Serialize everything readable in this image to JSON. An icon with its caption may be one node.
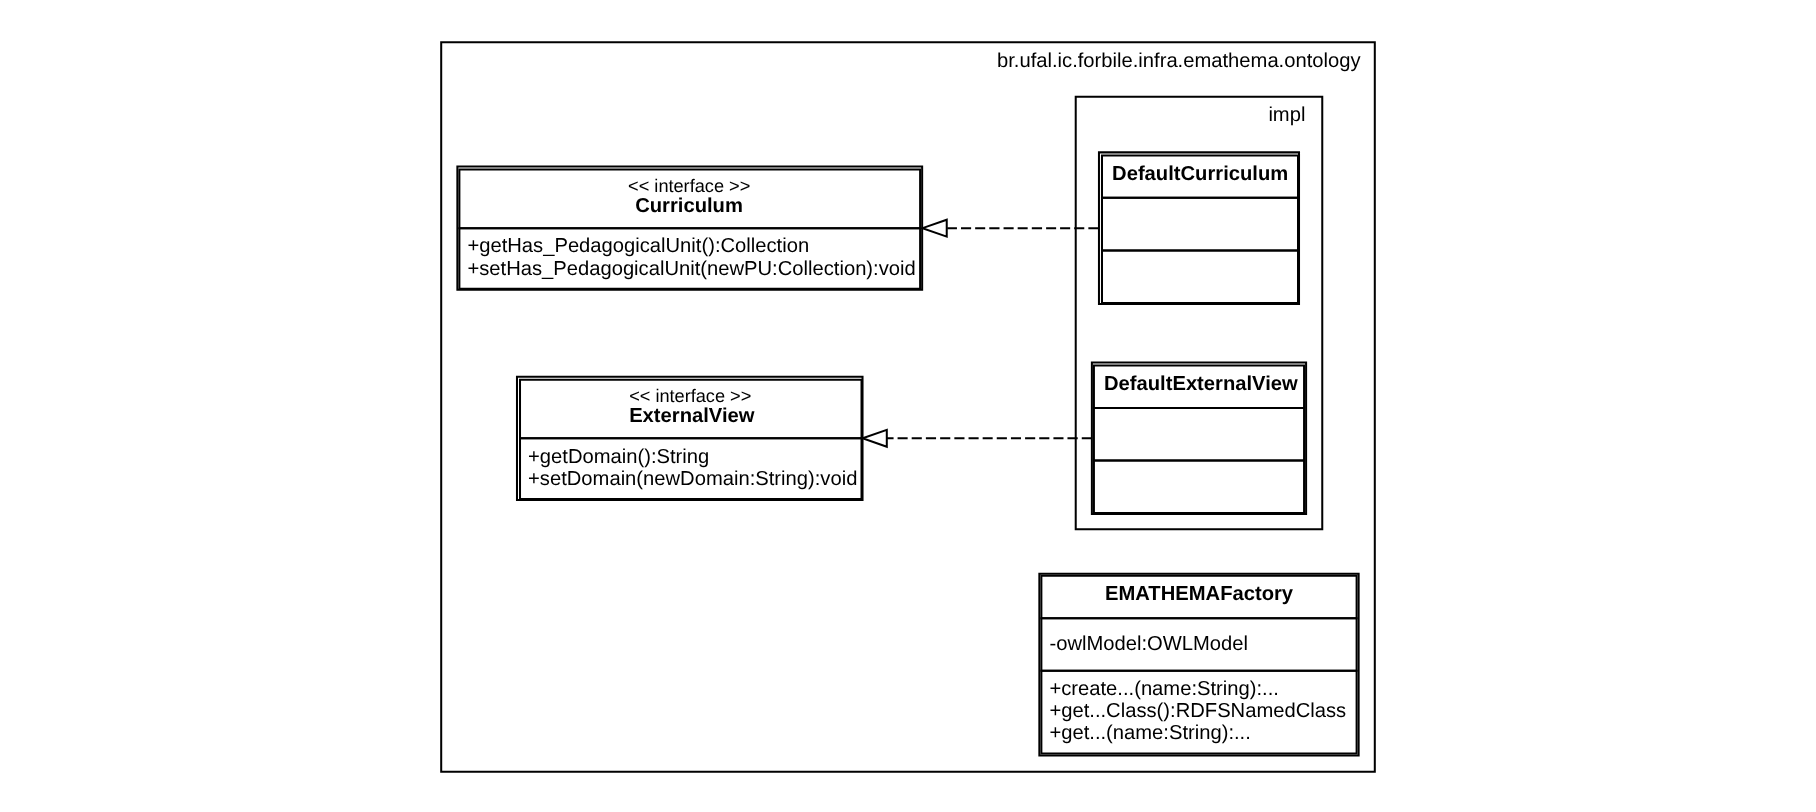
{
  "diagram": {
    "nodes": [
      {
        "text": [
          "br.ufal.ic.forbile.infra.emathema.ontology"
        ]
      },
      {
        "text": [
          "<< interface >>",
          "ExternalView",
          "+getDomain():String",
          "+setDomain(newDomain:String):void"
        ],
        "in": 0
      },
      {
        "text": [
          "<< interface >>",
          "Curriculum",
          "+getHas_PedagogicalUnit():Collection",
          "+setHas_PedagogicalUnit(newPU:Collection):void"
        ],
        "in": 0
      },
      {
        "text": [
          "impl"
        ],
        "in": 0
      },
      {
        "text": [
          "DefaultExternalView"
        ],
        "in": 3
      },
      {
        "text": [
          "DefaultCurriculum"
        ],
        "in": 3
      },
      {
        "text": [
          "EMATHEMAFactory",
          "-owlModel:OWLModel",
          "+create...(name:String):...",
          "+get...Class():RDFSNamedClass",
          "+get...(name:String):..."
        ],
        "in": 0
      }
    ],
    "edges": [
      {
        "from": 4,
        "to": 1,
        "arrow": "to",
        "style": "dashed"
      },
      {
        "from": 5,
        "to": 2,
        "arrow": "to",
        "style": "dashed"
      }
    ]
  }
}
